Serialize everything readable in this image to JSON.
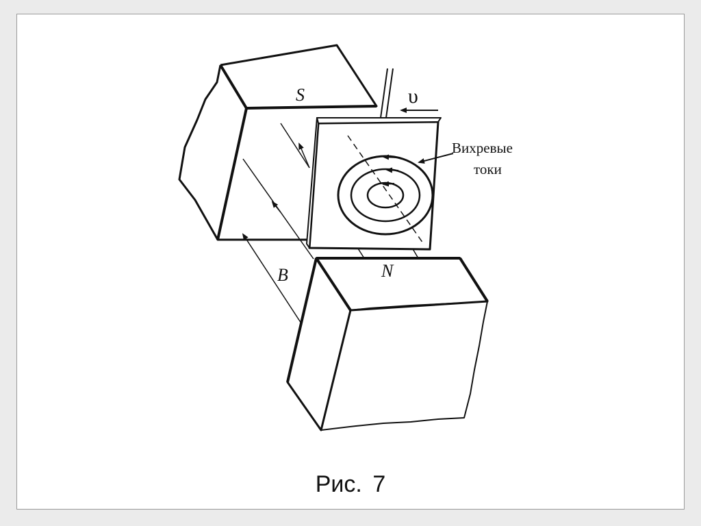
{
  "figure": {
    "caption": "Рис. 7",
    "labels": {
      "south_pole": "S",
      "north_pole": "N",
      "field": "B",
      "velocity": "υ",
      "eddy_line1": "Вихревые",
      "eddy_line2": "токи"
    },
    "colors": {
      "ink": "#111111",
      "paper": "#ffffff",
      "frame": "#9a9a9a",
      "background": "#ebebeb"
    }
  }
}
